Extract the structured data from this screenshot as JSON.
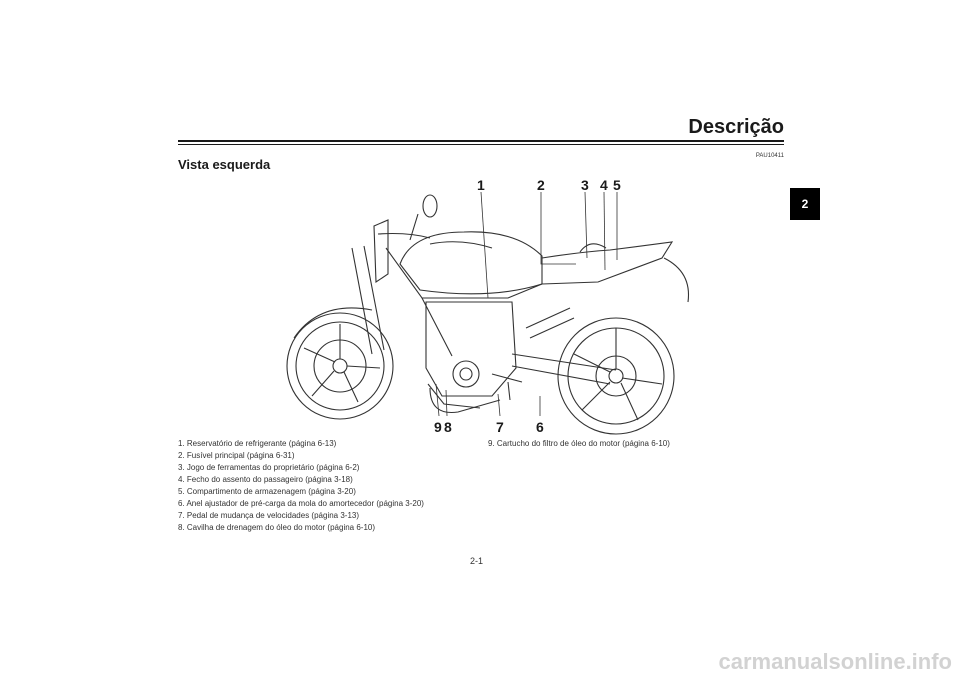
{
  "header": {
    "title": "Descrição"
  },
  "section": {
    "title": "Vista esquerda",
    "code": "PAU10411"
  },
  "chapter_tab": "2",
  "callouts": {
    "n1": "1",
    "n2": "2",
    "n3": "3",
    "n4": "4",
    "n5": "5",
    "n6": "6",
    "n7": "7",
    "n8": "8",
    "n9": "9"
  },
  "parts_list": [
    "1. Reservatório de refrigerante (página 6-13)",
    "2. Fusível principal (página 6-31)",
    "3. Jogo de ferramentas do proprietário (página 6-2)",
    "4. Fecho do assento do passageiro (página 3-18)",
    "5. Compartimento de armazenagem (página 3-20)",
    "6. Anel ajustador de pré-carga da mola do amortecedor (página 3-20)",
    "7. Pedal de mudança de velocidades (página 3-13)",
    "8. Cavilha de drenagem do óleo do motor (página 6-10)",
    "9. Cartucho do filtro de óleo do motor (página 6-10)"
  ],
  "footer": {
    "page": "2-1",
    "watermark": "carmanualsonline.info"
  }
}
